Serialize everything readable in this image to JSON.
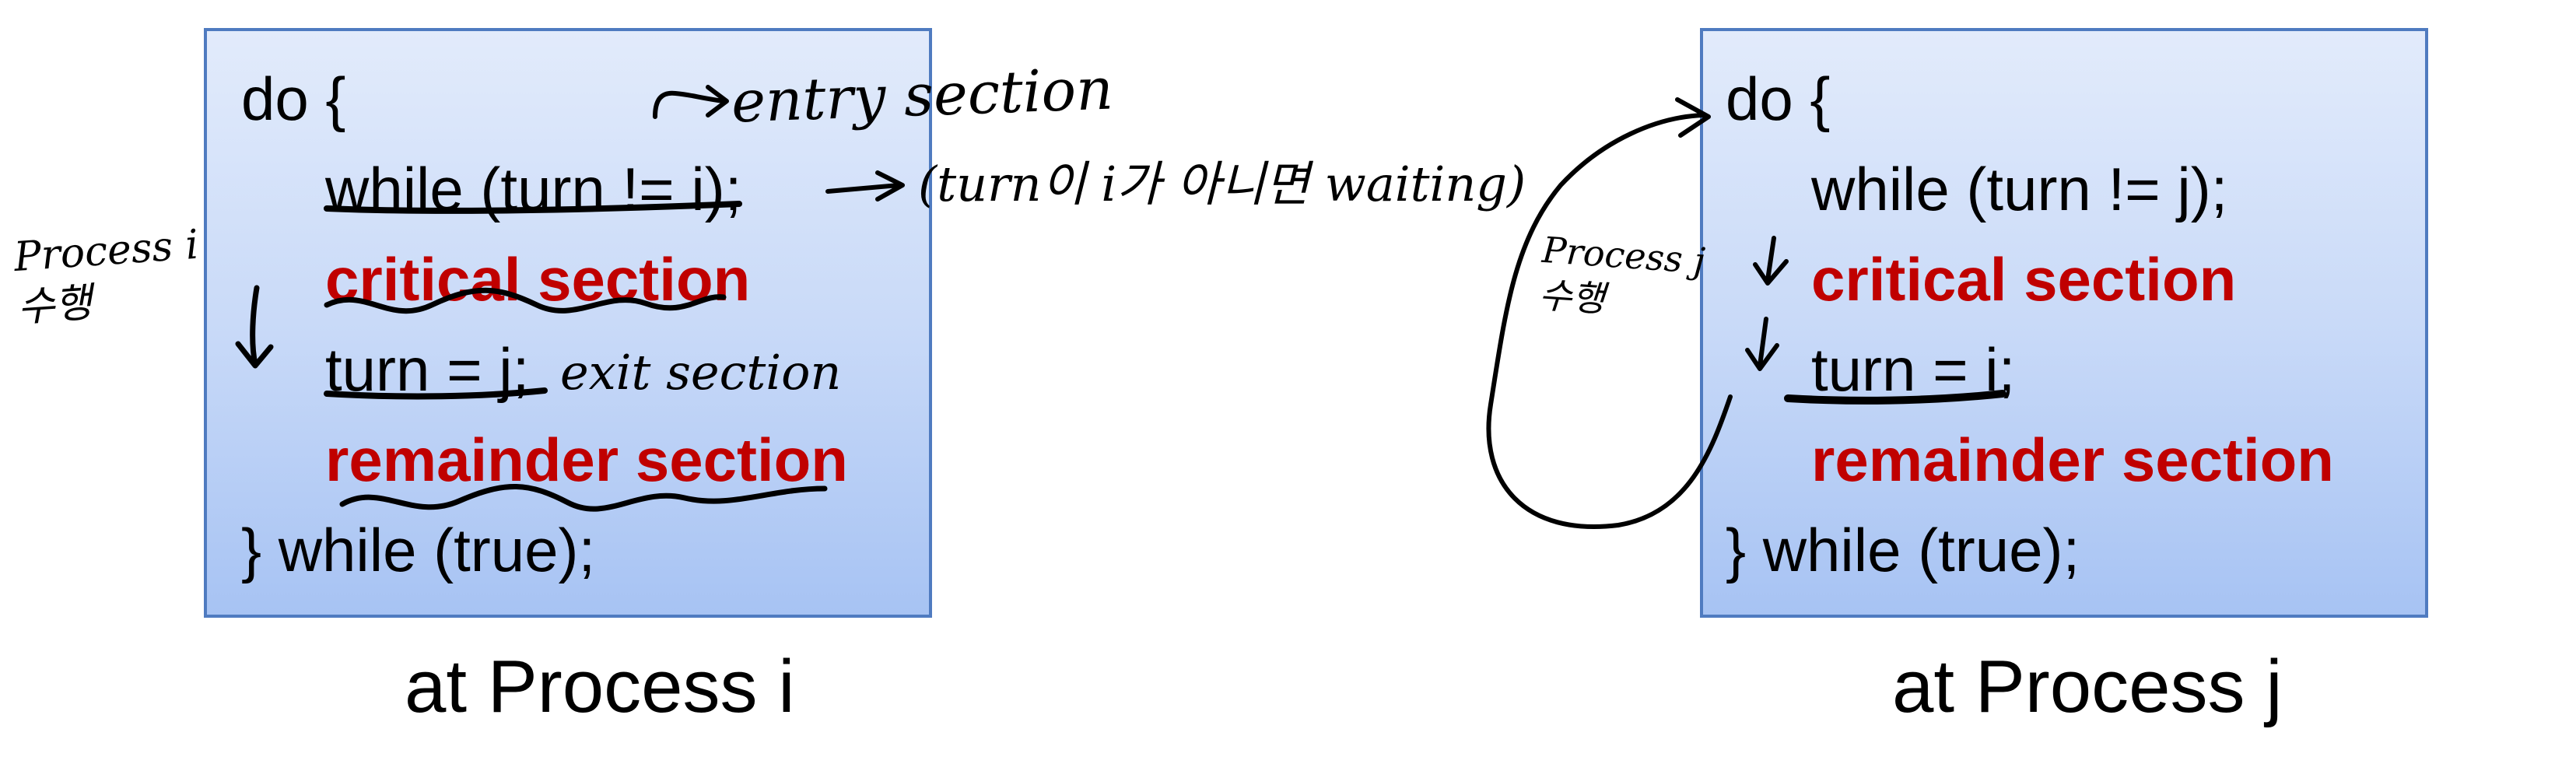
{
  "process_i": {
    "lines": [
      "do {",
      "while (turn != i);",
      "critical section",
      "turn = j;",
      "remainder section",
      "} while (true);"
    ],
    "caption": "at Process i"
  },
  "process_j": {
    "lines": [
      "do {",
      "while (turn != j);",
      "critical section",
      "turn = i;",
      "remainder section",
      "} while (true);"
    ],
    "caption": "at Process j"
  },
  "annotations": {
    "entry_section": "entry section",
    "turn_note": "(turn이 i가 아니면 waiting)",
    "exit_section": "exit section",
    "process_i_note": "Process i 수행",
    "process_j_note": "Process j 수행"
  },
  "colors": {
    "box_fill": "#c9daf8",
    "box_border": "#4f7bc0",
    "section_text": "#c00000",
    "ink": "#000000"
  }
}
